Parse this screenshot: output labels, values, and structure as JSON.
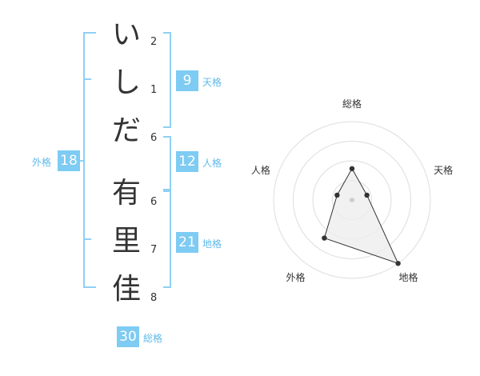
{
  "name": {
    "characters": [
      {
        "char": "い",
        "strokes": "2"
      },
      {
        "char": "し",
        "strokes": "1"
      },
      {
        "char": "だ",
        "strokes": "6"
      },
      {
        "char": "有",
        "strokes": "6"
      },
      {
        "char": "里",
        "strokes": "7"
      },
      {
        "char": "佳",
        "strokes": "8"
      }
    ]
  },
  "fortune": {
    "tenkaku": {
      "value": "9",
      "label": "天格"
    },
    "jinkaku": {
      "value": "12",
      "label": "人格"
    },
    "chikaku": {
      "value": "21",
      "label": "地格"
    },
    "gaikaku": {
      "value": "18",
      "label": "外格"
    },
    "soukaku": {
      "value": "30",
      "label": "総格"
    }
  },
  "chart_data": {
    "type": "radar",
    "axes": [
      "総格",
      "天格",
      "地格",
      "外格",
      "人格"
    ],
    "values": [
      0.4,
      0.2,
      1.0,
      0.6,
      0.2
    ],
    "fill_color": "#eeeeee",
    "line_color": "#333333",
    "ring_color": "#dddddd",
    "rings": 4
  },
  "colors": {
    "accent": "#7ecbf3",
    "bracket": "#8fd0f5",
    "label_text": "#5eb9ea"
  }
}
